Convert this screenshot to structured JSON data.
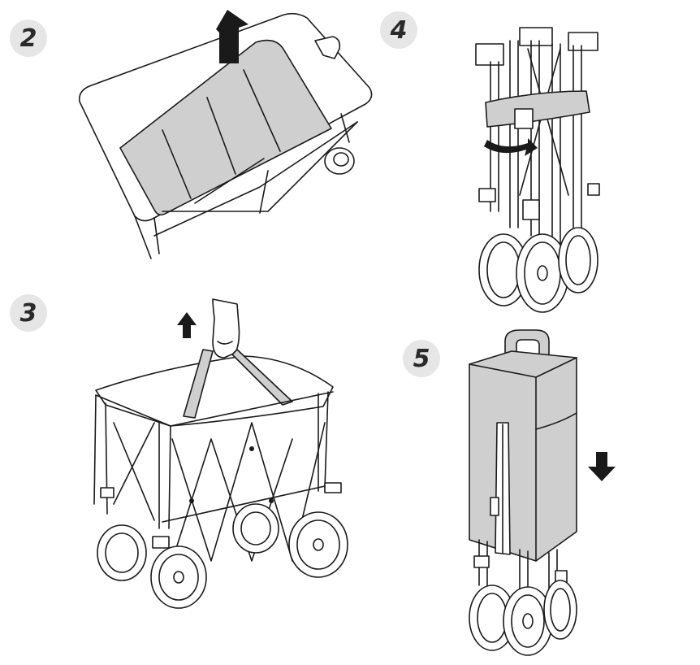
{
  "steps": [
    {
      "number": "2"
    },
    {
      "number": "3"
    },
    {
      "number": "4"
    },
    {
      "number": "5"
    }
  ],
  "colors": {
    "badge": "#e6e6e6",
    "fabric": "#cfcfcf",
    "line": "#1a1a1a"
  },
  "icons": [
    "arrow-up-icon",
    "arrow-down-icon",
    "rotate-arrow-icon",
    "hand-icon"
  ]
}
